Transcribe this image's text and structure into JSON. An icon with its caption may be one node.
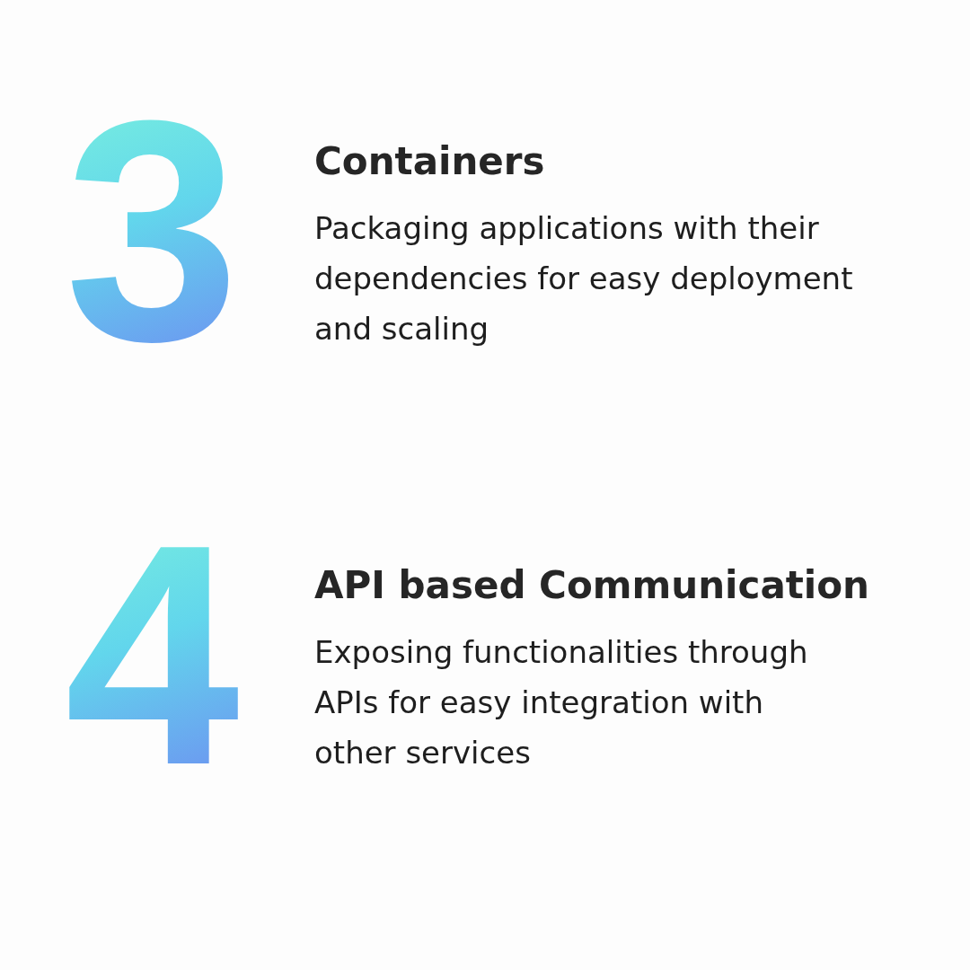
{
  "diagram": {
    "labels": [
      "3",
      "Containers",
      "Packaging applications with their dependencies for easy deployment and scaling",
      "4",
      "API based Communication",
      "Exposing functionalities through APIs for easy integration with other services"
    ]
  }
}
